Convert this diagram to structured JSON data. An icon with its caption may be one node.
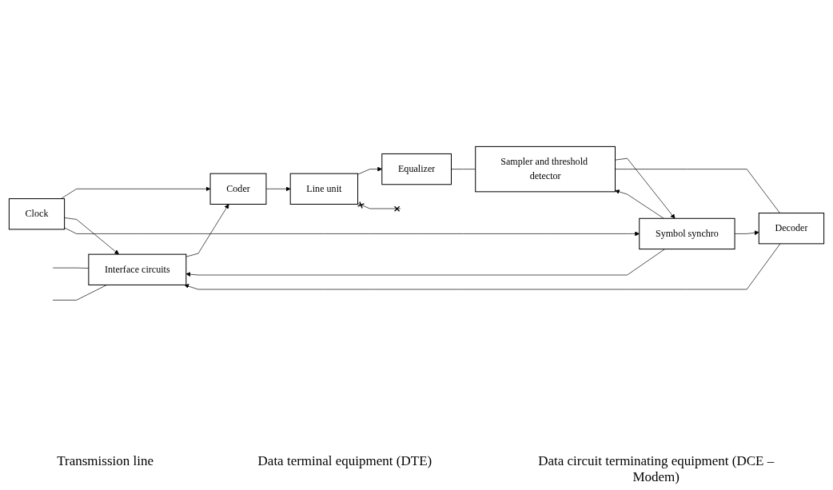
{
  "diagram": {
    "nodes": [
      {
        "text": [
          "Interface circuits"
        ]
      },
      {
        "text": [
          "Coder"
        ]
      },
      {
        "text": [
          "Clock"
        ]
      },
      {
        "text": [
          "Symbol synchro"
        ]
      },
      {
        "text": [
          "Decoder"
        ]
      },
      {
        "text": [
          "Sampler and threshold detector"
        ]
      },
      {
        "text": [
          "Equalizer"
        ]
      },
      {
        "text": [
          "Line unit"
        ]
      }
    ],
    "edges": [
      {
        "from": null,
        "to": 0,
        "arrow": "none"
      },
      {
        "from": null,
        "to": 0,
        "arrow": "none"
      },
      {
        "from": 0,
        "to": 1,
        "arrow": "to"
      },
      {
        "from": 1,
        "to": 7,
        "arrow": "to"
      },
      {
        "from": 2,
        "to": 1,
        "arrow": "to"
      },
      {
        "from": 2,
        "to": 0,
        "arrow": "to"
      },
      {
        "from": 2,
        "to": 3,
        "arrow": "to"
      },
      {
        "from": 3,
        "to": 0,
        "arrow": "to"
      },
      {
        "from": 3,
        "to": 4,
        "arrow": "to"
      },
      {
        "from": 3,
        "to": 5,
        "arrow": "to"
      },
      {
        "from": 5,
        "to": 3,
        "arrow": "to"
      },
      {
        "from": 4,
        "to": 0,
        "arrow": "to"
      },
      {
        "from": 5,
        "to": 4,
        "arrow": "none"
      },
      {
        "from": 6,
        "to": 5,
        "arrow": "none"
      },
      {
        "from": 7,
        "to": 6,
        "arrow": "to"
      },
      {
        "from": 7,
        "to": null,
        "arrow": "other"
      }
    ],
    "labels": [
      "Transmission line",
      "Data terminal equipment (DTE)",
      "Data circuit terminating equipment (DCE – Modem)"
    ]
  }
}
